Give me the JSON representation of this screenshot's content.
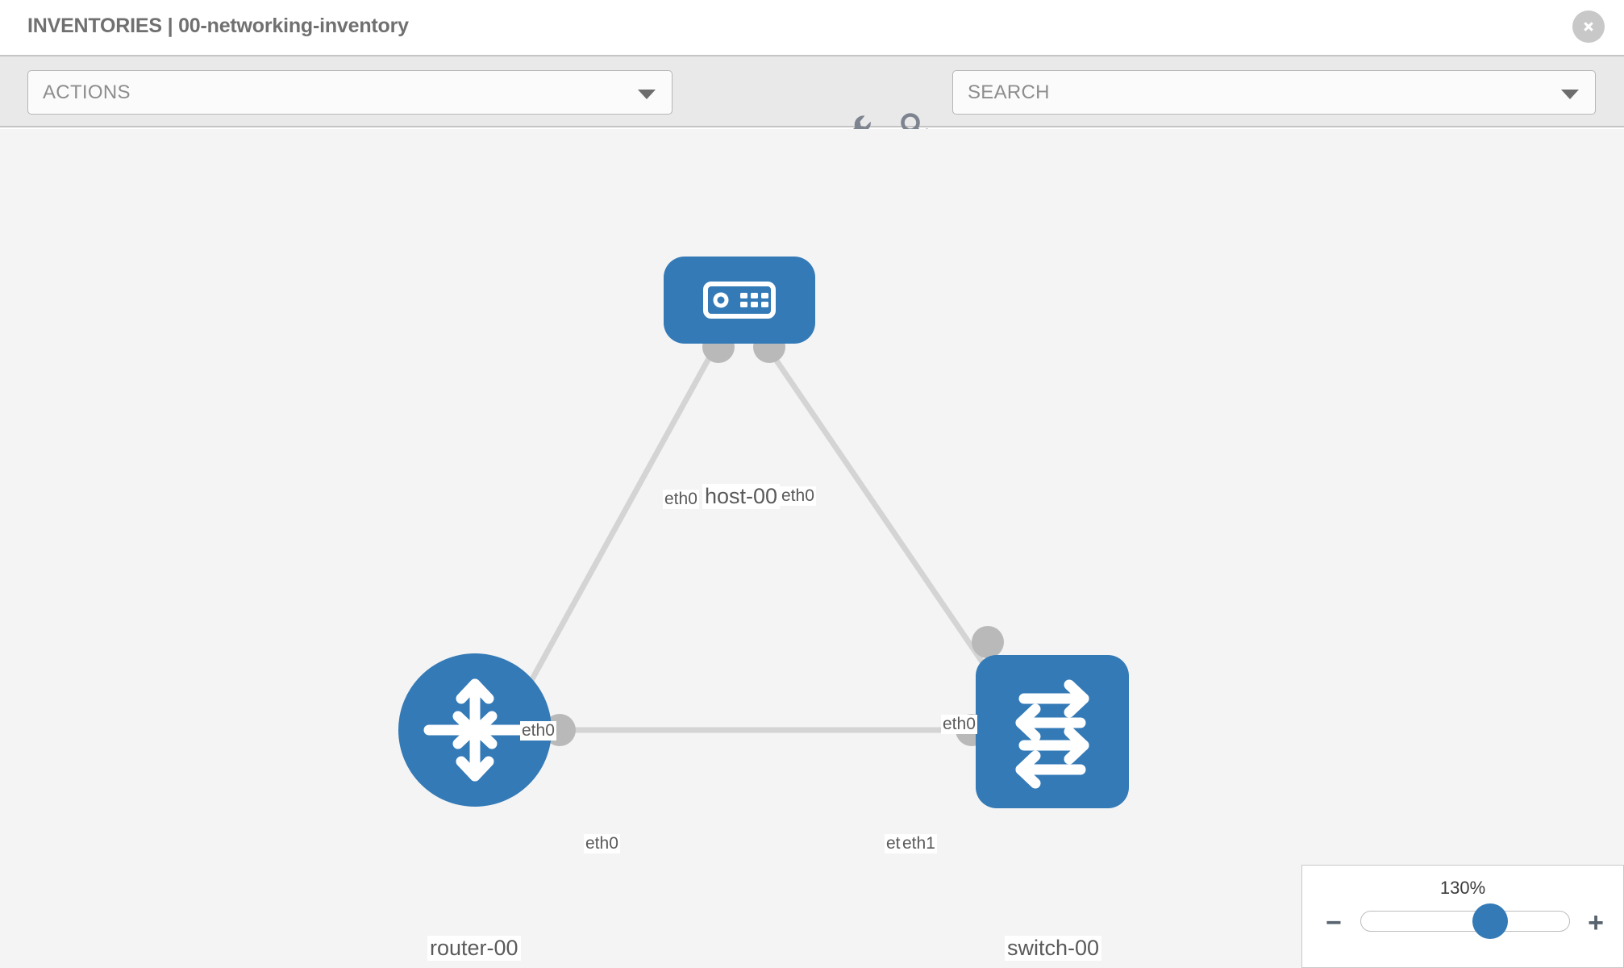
{
  "header": {
    "title": "INVENTORIES | 00-networking-inventory",
    "close_icon": "close-circle-icon"
  },
  "toolbar": {
    "actions_label": "ACTIONS",
    "actions_caret_icon": "chevron-down-icon",
    "wrench_icon": "wrench-icon",
    "key_icon": "key-icon",
    "search_placeholder": "SEARCH",
    "search_value": "",
    "search_caret_icon": "chevron-down-icon"
  },
  "topology": {
    "nodes": [
      {
        "id": "host-00",
        "label": "host-00",
        "type": "host",
        "icon": "server-appliance-icon",
        "color": "#337ab7"
      },
      {
        "id": "router-00",
        "label": "router-00",
        "type": "router",
        "icon": "router-arrows-icon",
        "color": "#337ab7"
      },
      {
        "id": "switch-00",
        "label": "switch-00",
        "type": "switch",
        "icon": "switch-arrows-icon",
        "color": "#337ab7"
      }
    ],
    "links": [
      {
        "from": "host-00",
        "to": "router-00",
        "from_label": "eth0",
        "to_label": "eth0"
      },
      {
        "from": "host-00",
        "to": "switch-00",
        "from_label": "eth0",
        "to_label": "eth0"
      },
      {
        "from": "router-00",
        "to": "switch-00",
        "from_label": "eth0",
        "to_label": "eth1"
      }
    ],
    "edge_labels": {
      "host_left": "eth0",
      "host_right": "eth0",
      "router_upper": "eth0",
      "switch_upper": "eth0",
      "router_right": "eth0",
      "switch_left_occluded": "eth",
      "switch_left": "eth1"
    },
    "link_color": "#d4d4d4",
    "port_color": "#b9b9b9"
  },
  "zoom_control": {
    "value_label": "130%",
    "minus_label": "−",
    "plus_label": "+",
    "slider_percent": 62,
    "thumb_color": "#337ab7"
  }
}
